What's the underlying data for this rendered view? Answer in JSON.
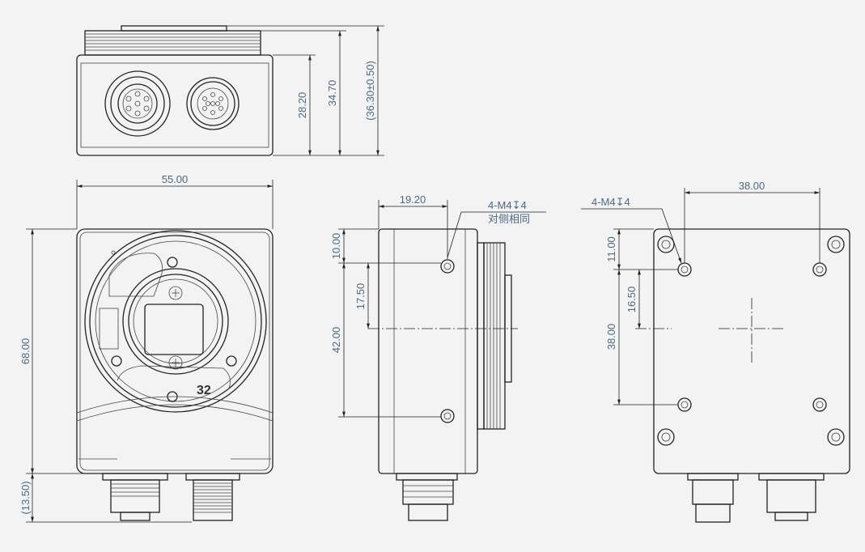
{
  "title": "Camera dimension drawing",
  "top_view": {
    "dims": [
      "28.20",
      "34.70",
      "(36.30±0.50)"
    ]
  },
  "front_view": {
    "width": "55.00",
    "height": "68.00",
    "connector": "(13.50)",
    "lens_label": "32"
  },
  "side_view": {
    "offset": "19.20",
    "hole_note": "4-M4↧4",
    "hole_note2": "对侧相同",
    "dims": [
      "10.00",
      "17.50",
      "42.00"
    ]
  },
  "back_view": {
    "spacing": "38.00",
    "hole_note": "4-M4↧4",
    "dims": [
      "11.00",
      "16.50",
      "38.00"
    ]
  },
  "colors": {
    "dimension_text": "#4d6884",
    "line": "#222222",
    "background": "#f3f3f3"
  }
}
